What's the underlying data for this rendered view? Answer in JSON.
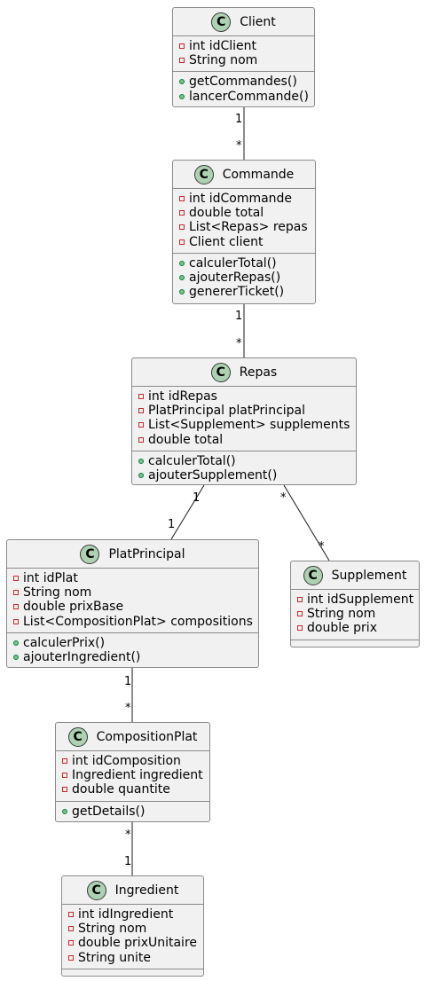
{
  "classes": {
    "client": {
      "name": "Client",
      "attributes": [
        {
          "vis": "-",
          "text": "int idClient"
        },
        {
          "vis": "-",
          "text": "String nom"
        }
      ],
      "methods": [
        {
          "vis": "+",
          "text": "getCommandes()"
        },
        {
          "vis": "+",
          "text": "lancerCommande()"
        }
      ]
    },
    "commande": {
      "name": "Commande",
      "attributes": [
        {
          "vis": "-",
          "text": "int idCommande"
        },
        {
          "vis": "-",
          "text": "double total"
        },
        {
          "vis": "-",
          "text": "List<Repas> repas"
        },
        {
          "vis": "-",
          "text": "Client client"
        }
      ],
      "methods": [
        {
          "vis": "+",
          "text": "calculerTotal()"
        },
        {
          "vis": "+",
          "text": "ajouterRepas()"
        },
        {
          "vis": "+",
          "text": "genererTicket()"
        }
      ]
    },
    "repas": {
      "name": "Repas",
      "attributes": [
        {
          "vis": "-",
          "text": "int idRepas"
        },
        {
          "vis": "-",
          "text": "PlatPrincipal platPrincipal"
        },
        {
          "vis": "-",
          "text": "List<Supplement> supplements"
        },
        {
          "vis": "-",
          "text": "double total"
        }
      ],
      "methods": [
        {
          "vis": "+",
          "text": "calculerTotal()"
        },
        {
          "vis": "+",
          "text": "ajouterSupplement()"
        }
      ]
    },
    "plat": {
      "name": "PlatPrincipal",
      "attributes": [
        {
          "vis": "-",
          "text": "int idPlat"
        },
        {
          "vis": "-",
          "text": "String nom"
        },
        {
          "vis": "-",
          "text": "double prixBase"
        },
        {
          "vis": "-",
          "text": "List<CompositionPlat> compositions"
        }
      ],
      "methods": [
        {
          "vis": "+",
          "text": "calculerPrix()"
        },
        {
          "vis": "+",
          "text": "ajouterIngredient()"
        }
      ]
    },
    "supplement": {
      "name": "Supplement",
      "attributes": [
        {
          "vis": "-",
          "text": "int idSupplement"
        },
        {
          "vis": "-",
          "text": "String nom"
        },
        {
          "vis": "-",
          "text": "double prix"
        }
      ],
      "methods": []
    },
    "composition": {
      "name": "CompositionPlat",
      "attributes": [
        {
          "vis": "-",
          "text": "int idComposition"
        },
        {
          "vis": "-",
          "text": "Ingredient ingredient"
        },
        {
          "vis": "-",
          "text": "double quantite"
        }
      ],
      "methods": [
        {
          "vis": "+",
          "text": "getDetails()"
        }
      ]
    },
    "ingredient": {
      "name": "Ingredient",
      "attributes": [
        {
          "vis": "-",
          "text": "int idIngredient"
        },
        {
          "vis": "-",
          "text": "String nom"
        },
        {
          "vis": "-",
          "text": "double prixUnitaire"
        },
        {
          "vis": "-",
          "text": "String unite"
        }
      ],
      "methods": []
    }
  },
  "stereotype_letter": "C",
  "associations": [
    {
      "from": "Client",
      "to": "Commande",
      "from_mult": "1",
      "to_mult": "*"
    },
    {
      "from": "Commande",
      "to": "Repas",
      "from_mult": "1",
      "to_mult": "*"
    },
    {
      "from": "Repas",
      "to": "PlatPrincipal",
      "from_mult": "1",
      "to_mult": "1"
    },
    {
      "from": "Repas",
      "to": "Supplement",
      "from_mult": "*",
      "to_mult": "*"
    },
    {
      "from": "PlatPrincipal",
      "to": "CompositionPlat",
      "from_mult": "1",
      "to_mult": "*"
    },
    {
      "from": "CompositionPlat",
      "to": "Ingredient",
      "from_mult": "*",
      "to_mult": "1"
    }
  ],
  "colors": {
    "class_fill": "#f1f1f1",
    "border": "#8a8a8a",
    "badge_fill": "#add1b2",
    "private_marker": "#c82930",
    "public_marker": "#84be84"
  }
}
